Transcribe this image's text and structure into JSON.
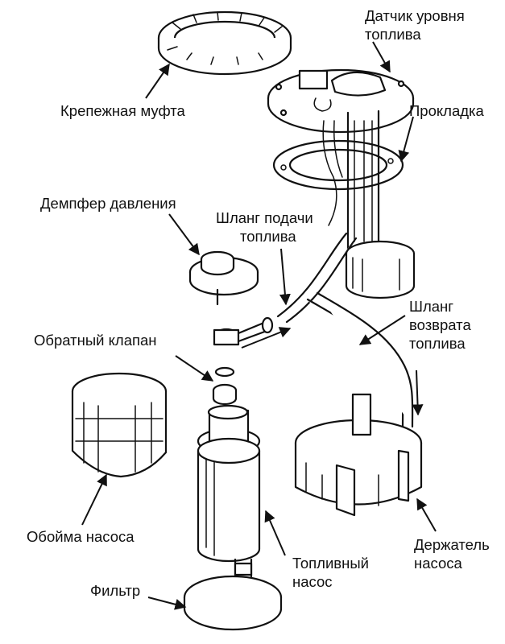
{
  "labels": {
    "sensor_line1": "Датчик уровня",
    "sensor_line2": "топлива",
    "coupling": "Крепежная муфта",
    "gasket": "Прокладка",
    "damper": "Демпфер давления",
    "supply_line1": "Шланг подачи",
    "supply_line2": "топлива",
    "return_line1": "Шланг",
    "return_line2": "возврата",
    "return_line3": "топлива",
    "check_valve": "Обратный клапан",
    "cage": "Обойма насоса",
    "pump_line1": "Топливный",
    "pump_line2": "насос",
    "holder_line1": "Держатель",
    "holder_line2": "насоса",
    "filter": "Фильтр"
  },
  "colors": {
    "ink": "#111111",
    "paper": "#ffffff"
  }
}
